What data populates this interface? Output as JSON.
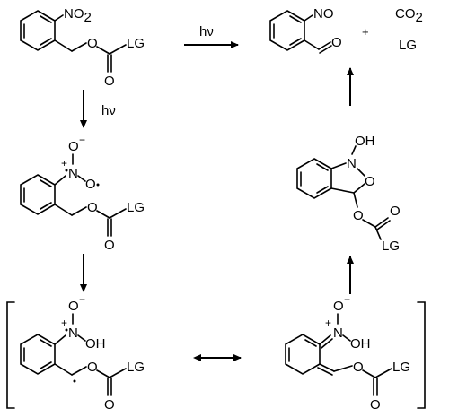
{
  "labels": {
    "no2": "NO",
    "no2_sub": "2",
    "no": "NO",
    "lg": "LG",
    "co2": "CO",
    "co2_sub": "2",
    "plus": "+",
    "hv": "hν",
    "n": "N",
    "o": "O",
    "oh": "OH",
    "minus": "−",
    "plus_charge": "+"
  }
}
